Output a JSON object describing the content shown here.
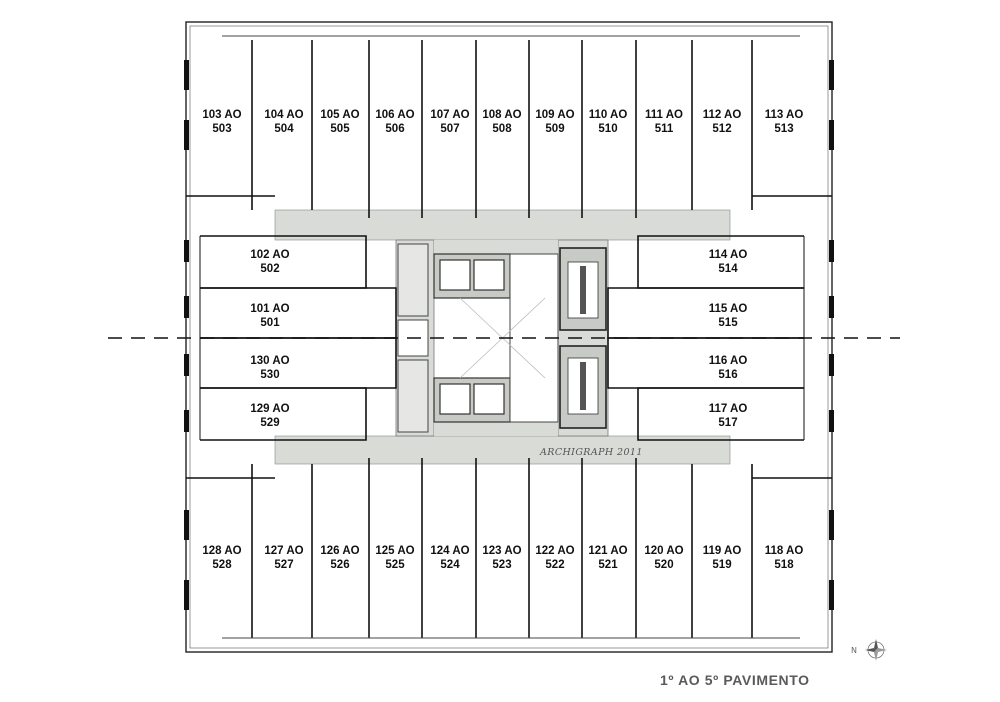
{
  "title": "1º AO 5º  PAVIMENTO",
  "watermark": "ARCHIGRAPH 2011",
  "compass": {
    "label": "N",
    "icon": "compass-rose-icon"
  },
  "colors": {
    "corridor": "#d9dbd6",
    "core": "#c8cac5",
    "wall": "#111111",
    "background": "#ffffff"
  },
  "units": {
    "top": [
      {
        "a": "103 AO",
        "b": "503"
      },
      {
        "a": "104 AO",
        "b": "504"
      },
      {
        "a": "105 AO",
        "b": "505"
      },
      {
        "a": "106 AO",
        "b": "506"
      },
      {
        "a": "107 AO",
        "b": "507"
      },
      {
        "a": "108 AO",
        "b": "508"
      },
      {
        "a": "109 AO",
        "b": "509"
      },
      {
        "a": "110 AO",
        "b": "510"
      },
      {
        "a": "111 AO",
        "b": "511"
      },
      {
        "a": "112 AO",
        "b": "512"
      },
      {
        "a": "113 AO",
        "b": "513"
      }
    ],
    "left": [
      {
        "a": "102 AO",
        "b": "502"
      },
      {
        "a": "101 AO",
        "b": "501"
      },
      {
        "a": "130 AO",
        "b": "530"
      },
      {
        "a": "129 AO",
        "b": "529"
      }
    ],
    "right": [
      {
        "a": "114 AO",
        "b": "514"
      },
      {
        "a": "115 AO",
        "b": "515"
      },
      {
        "a": "116 AO",
        "b": "516"
      },
      {
        "a": "117 AO",
        "b": "517"
      }
    ],
    "bottom": [
      {
        "a": "128 AO",
        "b": "528"
      },
      {
        "a": "127 AO",
        "b": "527"
      },
      {
        "a": "126 AO",
        "b": "526"
      },
      {
        "a": "125 AO",
        "b": "525"
      },
      {
        "a": "124 AO",
        "b": "524"
      },
      {
        "a": "123 AO",
        "b": "523"
      },
      {
        "a": "122 AO",
        "b": "522"
      },
      {
        "a": "121 AO",
        "b": "521"
      },
      {
        "a": "120 AO",
        "b": "520"
      },
      {
        "a": "119 AO",
        "b": "519"
      },
      {
        "a": "118 AO",
        "b": "518"
      }
    ]
  }
}
